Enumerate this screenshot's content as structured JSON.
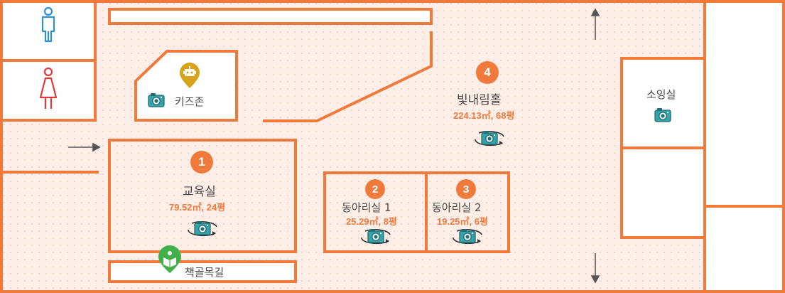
{
  "colors": {
    "wall": "#f07a3c",
    "floor": "#fdeee8",
    "dots": "#f4c2ab",
    "camera": "#36a3a8",
    "male": "#2f8ed8",
    "female": "#e03a3a",
    "kids_pin": "#d7a318",
    "book_pin": "#3fb04a",
    "arrow": "#555555"
  },
  "rooms": {
    "education": {
      "number": "1",
      "name": "교육실",
      "area": "79.52㎡, 24평"
    },
    "club1": {
      "number": "2",
      "name": "동아리실 1",
      "area": "25.29㎡, 8평"
    },
    "club2": {
      "number": "3",
      "name": "동아리실 2",
      "area": "19.25㎡, 6평"
    },
    "hall": {
      "number": "4",
      "name": "빛내림홀",
      "area": "224.13㎡, 68평"
    },
    "kidszone": {
      "name": "키즈존"
    },
    "small_room": {
      "name": "소잉실"
    },
    "book_path": {
      "name": "책골목길"
    }
  },
  "icons": [
    "male-restroom-icon",
    "female-restroom-icon",
    "robot-pin-icon",
    "book-pin-icon",
    "camera-icon",
    "camera-360-icon",
    "arrow-right-icon",
    "arrow-up-icon",
    "arrow-down-icon"
  ]
}
